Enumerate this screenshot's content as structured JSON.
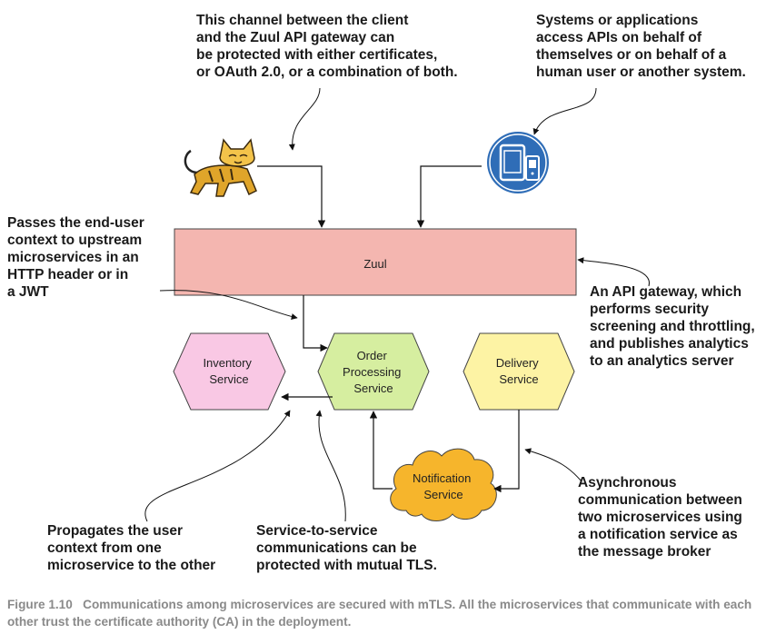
{
  "annotations": {
    "client_channel": "This channel between the client\nand the Zuul API gateway can\nbe protected with either certificates,\nor OAuth 2.0, or a combination of both.",
    "systems_apps": "Systems or applications\naccess APIs on behalf of\nthemselves or on behalf of a\nhuman user or another system.",
    "passes_context": "Passes the end-user\ncontext to upstream\nmicroservices in an\nHTTP header or in\na JWT",
    "api_gateway": "An API gateway, which\nperforms security\nscreening and throttling,\nand publishes analytics\nto an analytics server",
    "async": "Asynchronous\ncommunication between\ntwo microservices using\na notification service as\nthe message broker",
    "propagates": "Propagates the user\ncontext from one\nmicroservice to the other",
    "mtls": "Service-to-service\ncommunications can be\nprotected with mutual TLS."
  },
  "nodes": {
    "zuul": "Zuul",
    "inventory": [
      "Inventory",
      "Service"
    ],
    "order": [
      "Order",
      "Processing",
      "Service"
    ],
    "delivery": [
      "Delivery",
      "Service"
    ],
    "notification": [
      "Notification",
      "Service"
    ]
  },
  "icons": {
    "client": "tomcat-cat-icon",
    "mobile": "mobile-devices-icon"
  },
  "colors": {
    "zuul_fill": "#f4b6b0",
    "inventory_fill": "#f9c8e4",
    "order_fill": "#d6eea0",
    "delivery_fill": "#fdf3a4",
    "notification_fill": "#f6b52c",
    "mobile_fill": "#2f6db7",
    "caption_text": "#8a8a8a"
  },
  "caption": {
    "label": "Figure 1.10",
    "text": "Communications among microservices are secured with mTLS. All the microservices that communicate with each other trust the certificate authority (CA) in the deployment."
  }
}
